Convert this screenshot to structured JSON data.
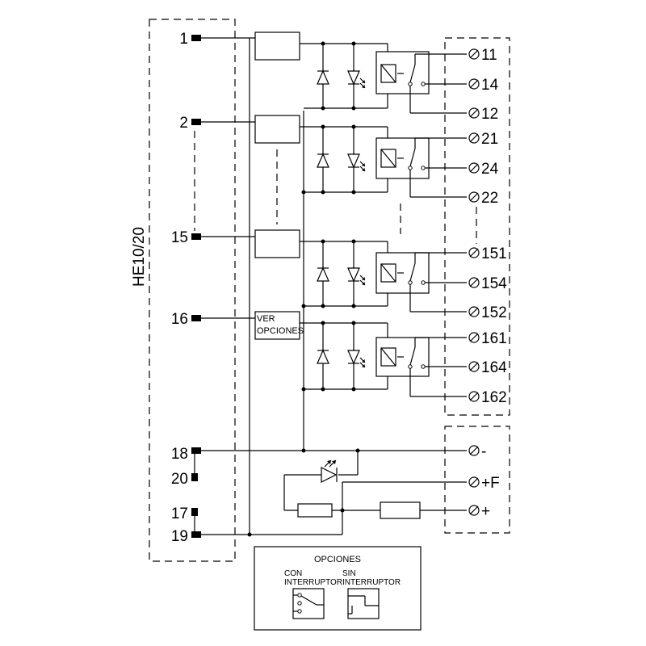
{
  "connector_label": "HE10/20",
  "input_pins": [
    "1",
    "2",
    "15",
    "16",
    "18",
    "20",
    "17",
    "19"
  ],
  "output_terminals": {
    "ch1": [
      "11",
      "14",
      "12"
    ],
    "ch2": [
      "21",
      "24",
      "22"
    ],
    "ch15": [
      "151",
      "154",
      "152"
    ],
    "ch16": [
      "161",
      "164",
      "162"
    ]
  },
  "power_terminals": [
    "-",
    "+F",
    "+"
  ],
  "ver_opciones_box": [
    "VER",
    "OPCIONES"
  ],
  "options_box": {
    "title": "OPCIONES",
    "option1": [
      "CON",
      "INTERRUPTOR"
    ],
    "option2": [
      "SIN",
      "INTERRUPTOR"
    ]
  }
}
